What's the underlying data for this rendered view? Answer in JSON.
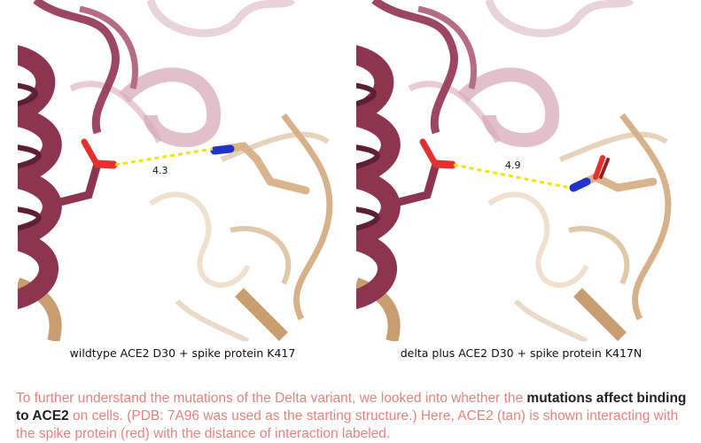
{
  "figure": {
    "panels": [
      {
        "caption": "wildtype ACE2 D30 + spike protein K417",
        "distance_label": "4.3"
      },
      {
        "caption": "delta plus ACE2 D30 + spike protein K417N",
        "distance_label": "4.9"
      }
    ],
    "colors": {
      "spike_protein": "#8d3550",
      "ace2": "#d9b48c",
      "interaction_line": "#f2e600",
      "oxygen": "#e53030",
      "nitrogen": "#2233cc"
    }
  },
  "paragraph": {
    "part1": "To further understand the mutations of the Delta variant, we looked into whether the ",
    "bold": "mutations affect binding to ACE2",
    "part2": " on cells. (PDB: 7A96 was used as the starting structure.) Here, ACE2 (tan) is shown interacting with the spike protein (red) with the distance of interaction labeled.",
    "text_color": "#e8827d"
  }
}
